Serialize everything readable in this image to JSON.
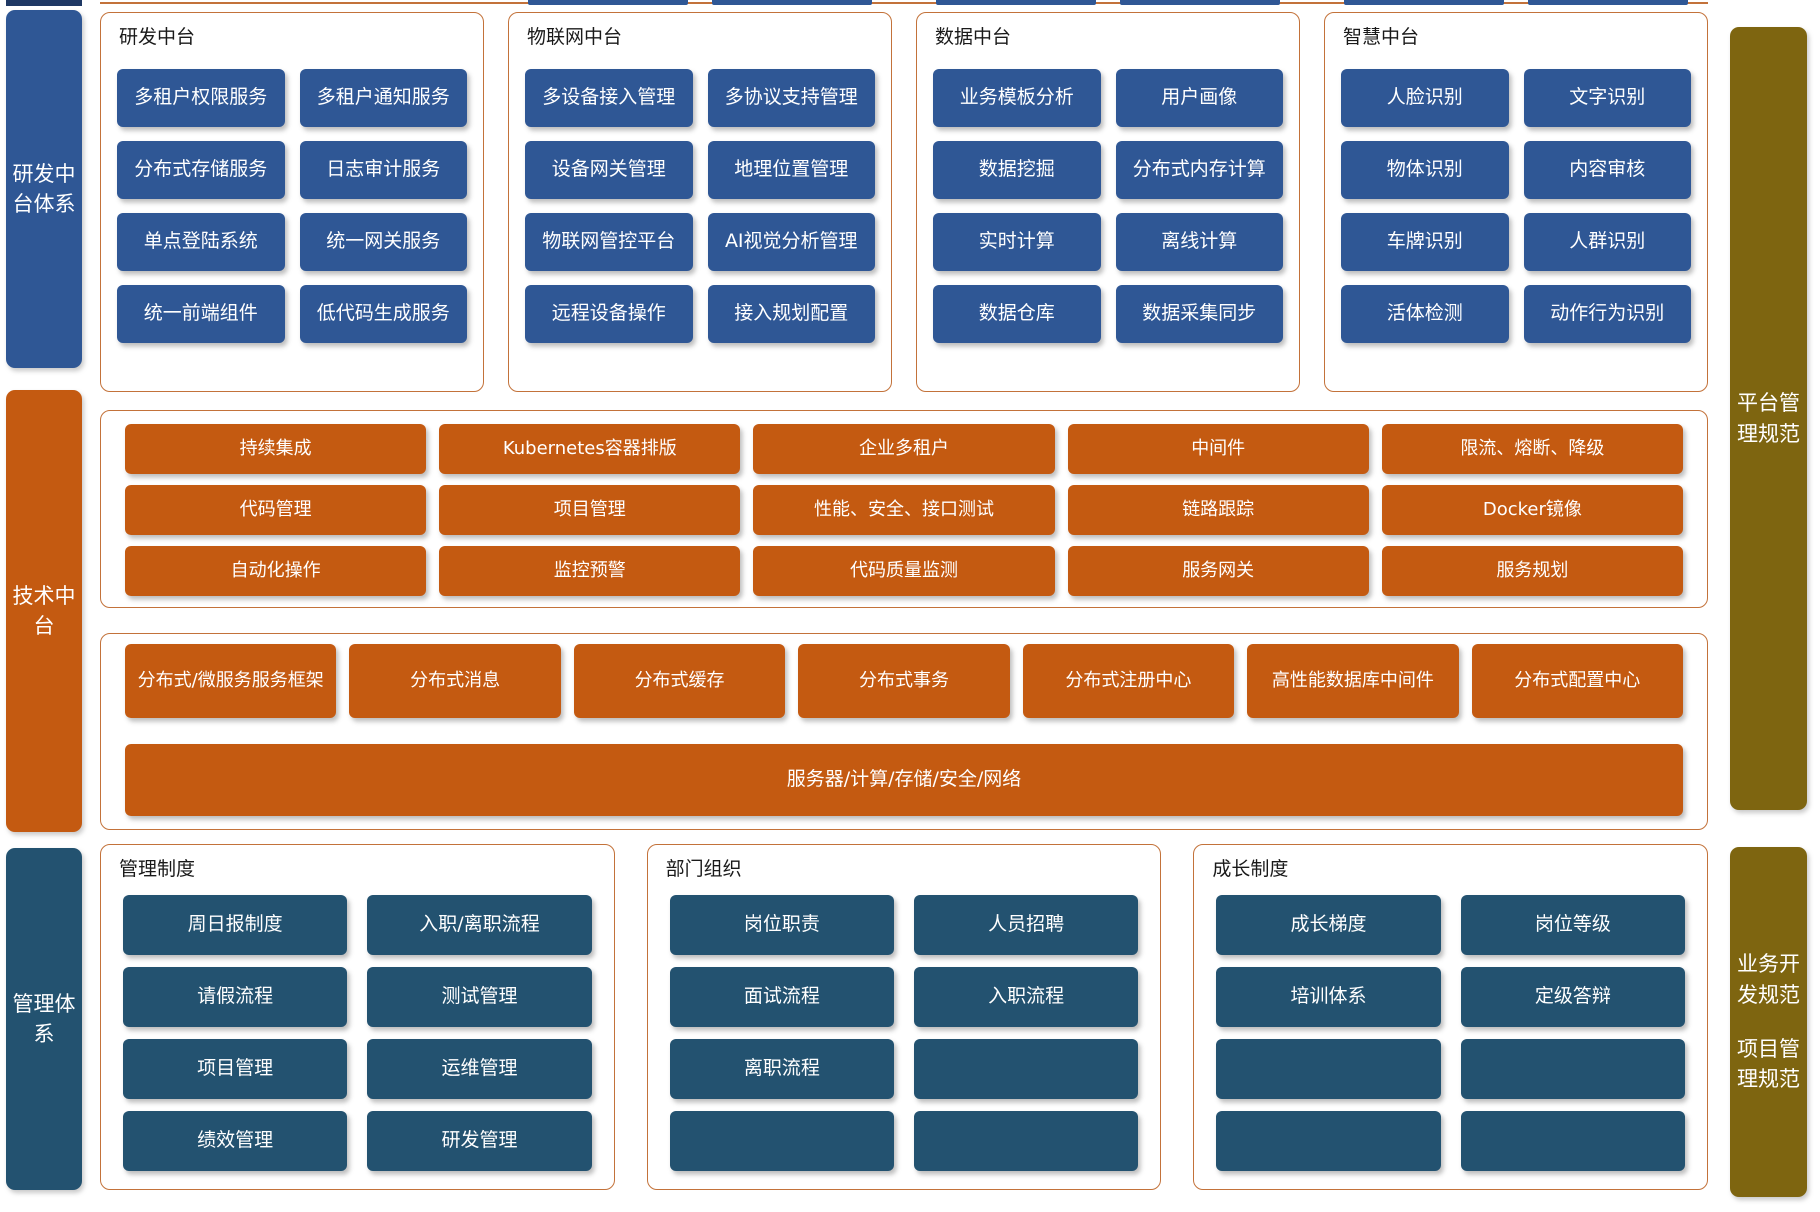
{
  "colors": {
    "blue": "#2f5795",
    "dark_blue": "#235270",
    "orange": "#c45a11",
    "olive": "#7e6510",
    "box_border": "#c3723a"
  },
  "left_sidebar": {
    "top": "研发中台体系",
    "middle": "技术中台",
    "bottom": "管理体系"
  },
  "right_sidebar": {
    "top": "平台管理规范",
    "bottom_labels": [
      "业务开发规范",
      "项目管理规范"
    ]
  },
  "top_groups": [
    {
      "title": "研发中台",
      "items": [
        "多租户权限服务",
        "多租户通知服务",
        "分布式存储服务",
        "日志审计服务",
        "单点登陆系统",
        "统一网关服务",
        "统一前端组件",
        "低代码生成服务"
      ]
    },
    {
      "title": "物联网中台",
      "items": [
        "多设备接入管理",
        "多协议支持管理",
        "设备网关管理",
        "地理位置管理",
        "物联网管控平台",
        "AI视觉分析管理",
        "远程设备操作",
        "接入规划配置"
      ]
    },
    {
      "title": "数据中台",
      "items": [
        "业务模板分析",
        "用户画像",
        "数据挖掘",
        "分布式内存计算",
        "实时计算",
        "离线计算",
        "数据仓库",
        "数据采集同步"
      ]
    },
    {
      "title": "智慧中台",
      "items": [
        "人脸识别",
        "文字识别",
        "物体识别",
        "内容审核",
        "车牌识别",
        "人群识别",
        "活体检测",
        "动作行为识别"
      ]
    }
  ],
  "tech_tools": {
    "rows": [
      [
        "持续集成",
        "Kubernetes容器排版",
        "企业多租户",
        "中间件",
        "限流、熔断、降级"
      ],
      [
        "代码管理",
        "项目管理",
        "性能、安全、接口测试",
        "链路跟踪",
        "Docker镜像"
      ],
      [
        "自动化操作",
        "监控预警",
        "代码质量监测",
        "服务网关",
        "服务规划"
      ]
    ]
  },
  "tech_infra": {
    "items": [
      "分布式/微服务服务框架",
      "分布式消息",
      "分布式缓存",
      "分布式事务",
      "分布式注册中心",
      "高性能数据库中间件",
      "分布式配置中心"
    ],
    "bottom_bar": "服务器/计算/存储/安全/网络"
  },
  "bottom_groups": [
    {
      "title": "管理制度",
      "items": [
        "周日报制度",
        "入职/离职流程",
        "请假流程",
        "测试管理",
        "项目管理",
        "运维管理",
        "绩效管理",
        "研发管理"
      ]
    },
    {
      "title": "部门组织",
      "items": [
        "岗位职责",
        "人员招聘",
        "面试流程",
        "入职流程",
        "离职流程",
        "",
        "",
        ""
      ]
    },
    {
      "title": "成长制度",
      "items": [
        "成长梯度",
        "岗位等级",
        "培训体系",
        "定级答辩",
        "",
        "",
        "",
        ""
      ]
    }
  ]
}
